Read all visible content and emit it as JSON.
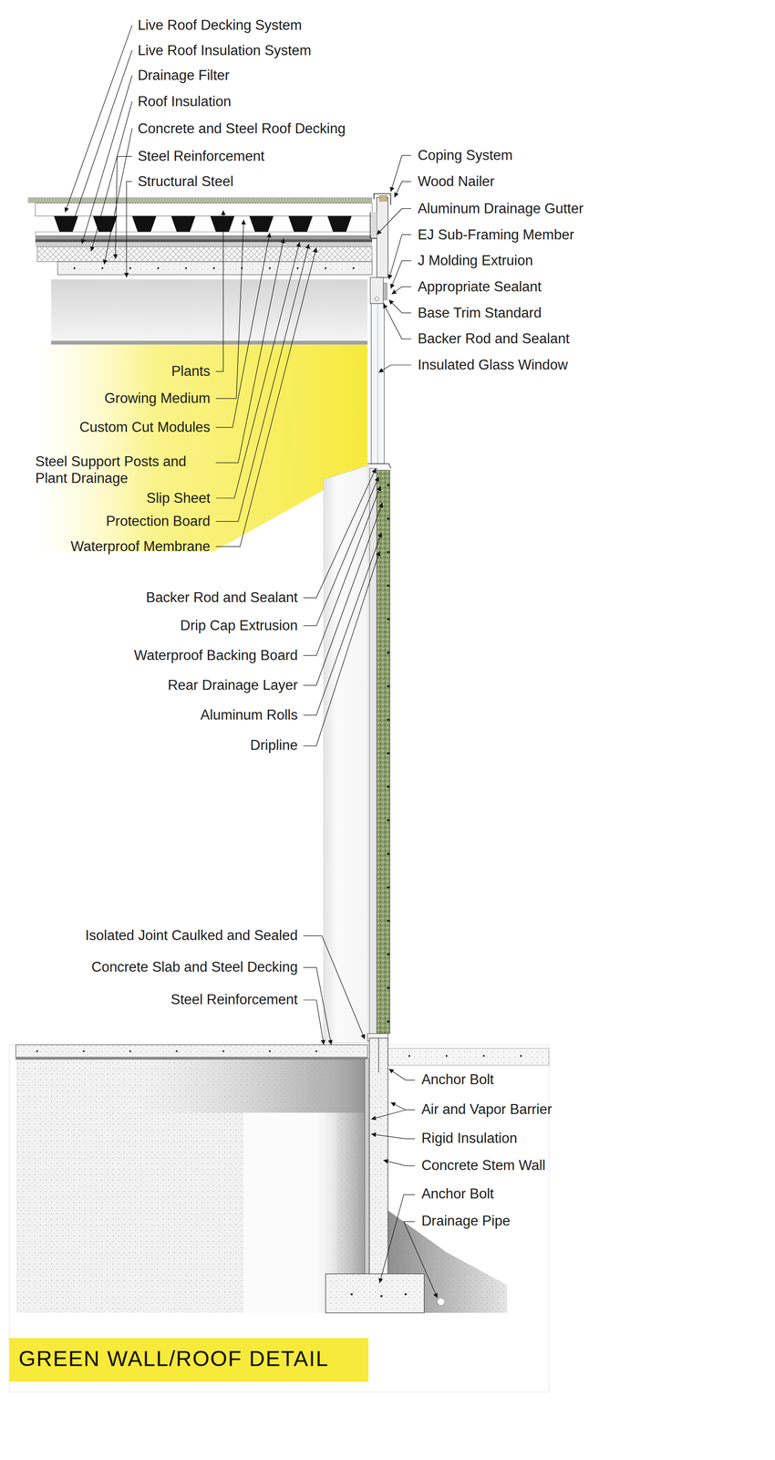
{
  "diagram": {
    "title": "GREEN WALL/ROOF DETAIL",
    "labels": [
      "Live Roof Decking System",
      "Live Roof Insulation System",
      "Drainage Filter",
      "Roof Insulation",
      "Concrete and Steel Roof Decking",
      "Steel Reinforcement",
      "Structural Steel",
      "Coping System",
      "Wood Nailer",
      "Aluminum Drainage Gutter",
      "EJ Sub-Framing Member",
      "J Molding Extruion",
      "Appropriate Sealant",
      "Base Trim Standard",
      "Backer Rod and Sealant",
      "Insulated Glass Window",
      "Plants",
      "Growing Medium",
      "Custom Cut Modules",
      "Steel Support Posts and Plant Drainage",
      "Slip Sheet",
      "Protection Board",
      "Waterproof Membrane",
      "Backer Rod and Sealant",
      "Drip Cap Extrusion",
      "Waterproof Backing Board",
      "Rear Drainage Layer",
      "Aluminum Rolls",
      "Dripline",
      "Isolated Joint Caulked and Sealed",
      "Concrete Slab and Steel Decking",
      "Steel Reinforcement",
      "Anchor Bolt",
      "Air and Vapor Barrier",
      "Rigid Insulation",
      "Concrete Stem Wall",
      "Anchor Bolt",
      "Drainage Pipe"
    ]
  }
}
